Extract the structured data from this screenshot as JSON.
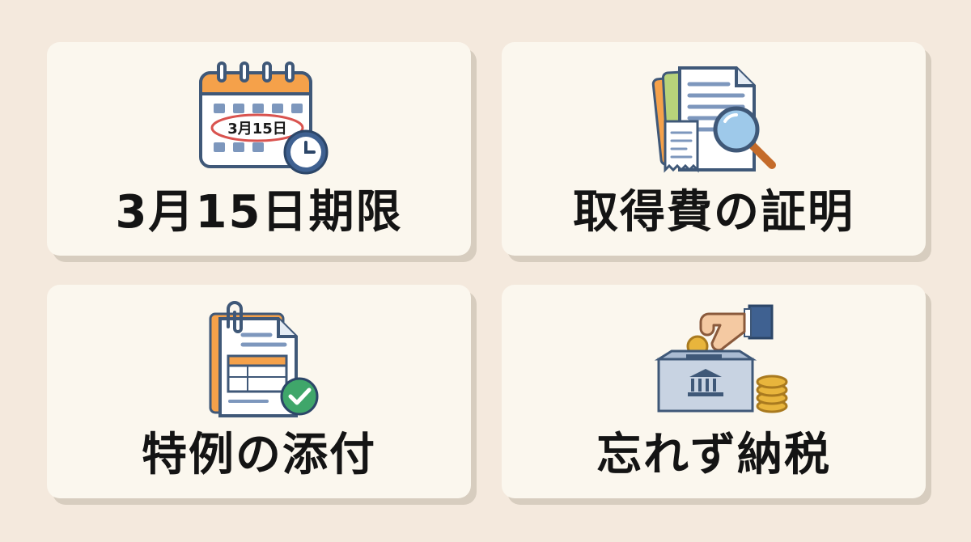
{
  "cards": [
    {
      "label": "3月15日期限",
      "icon": "calendar-clock-icon",
      "calendar_text": "3月15日"
    },
    {
      "label": "取得費の証明",
      "icon": "document-magnifier-icon"
    },
    {
      "label": "特例の添付",
      "icon": "document-paperclip-check-icon"
    },
    {
      "label": "忘れず納税",
      "icon": "hand-coin-tax-box-icon"
    }
  ],
  "colors": {
    "background": "#f4e9dd",
    "card": "#fbf7ee",
    "accent_orange": "#f5a14a",
    "accent_blue": "#3f6191",
    "accent_green": "#3fa66a",
    "coin_gold": "#e8b53c",
    "circle_red": "#d9534f"
  }
}
